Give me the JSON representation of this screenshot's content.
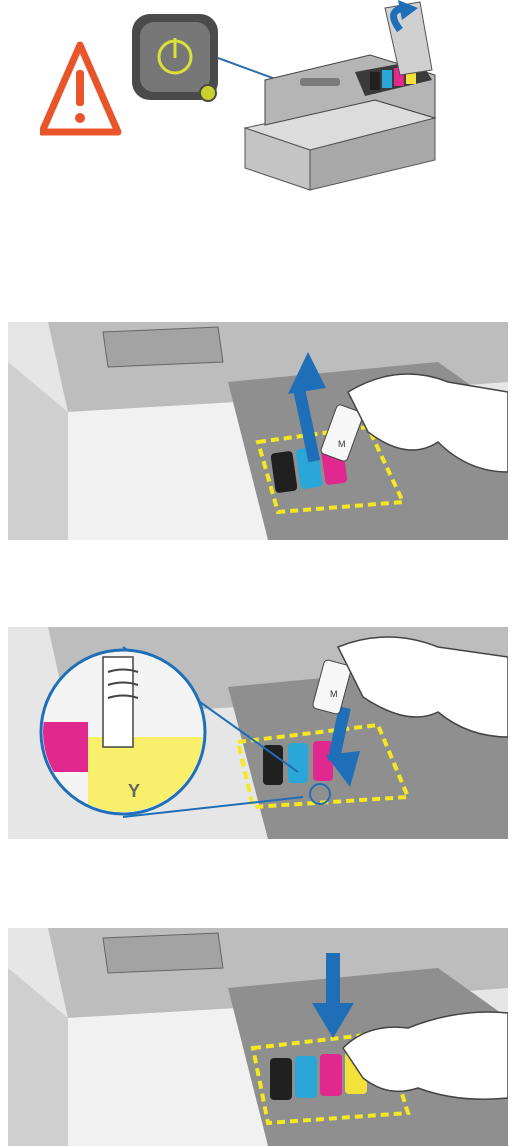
{
  "colors": {
    "ink_cyan": "#2aa7d8",
    "ink_magenta": "#e0288f",
    "ink_yellow": "#f3e23a",
    "ink_black": "#202020",
    "highlight_yellow": "#f4e820",
    "arrow_blue": "#1f6fb8",
    "warning_orange": "#e8552a",
    "printer_grey": "#9a9a9a"
  },
  "steps": [
    {
      "icons": [
        "warning-icon",
        "power-button-icon",
        "printer-open-lid"
      ]
    },
    {
      "icons": [
        "up-arrow-icon",
        "hand-removing-cartridge"
      ]
    },
    {
      "icons": [
        "magnifier-callout",
        "down-arrow-icon",
        "hand-inserting-cartridge"
      ]
    },
    {
      "icons": [
        "down-arrow-icon",
        "hand-pressing-cartridge"
      ]
    }
  ],
  "labels": {
    "cartridge_m": "M",
    "slot_y": "Y"
  }
}
